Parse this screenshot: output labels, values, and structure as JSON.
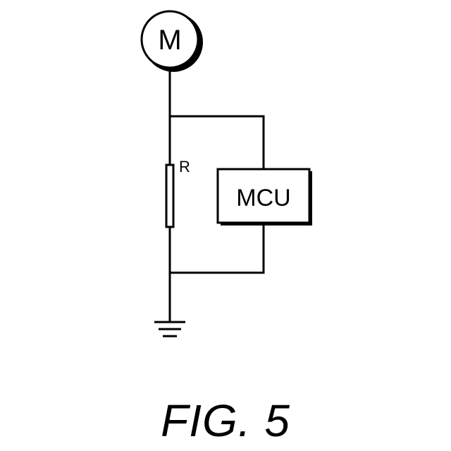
{
  "diagram": {
    "motor_label": "M",
    "resistor_label": "R",
    "mcu_label": "MCU"
  },
  "figure": {
    "caption": "FIG. 5"
  }
}
